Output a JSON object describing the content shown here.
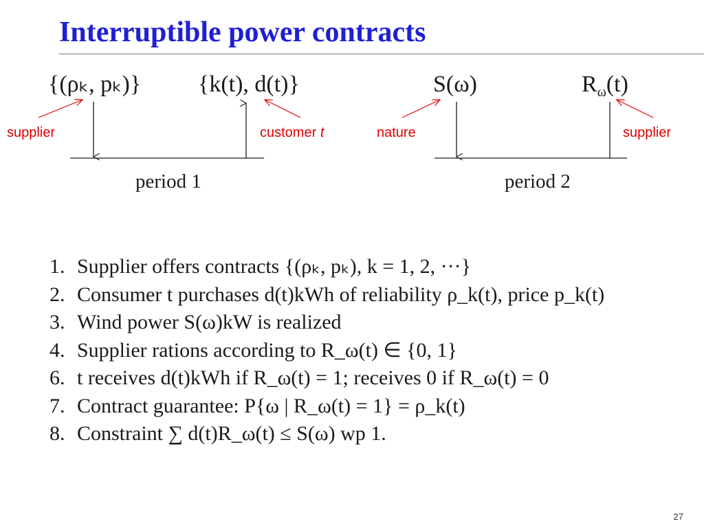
{
  "title": "Interruptible power contracts",
  "diagram": {
    "period1": {
      "formula_left": "{(ρₖ, pₖ)}",
      "formula_right": "{k(t), d(t)}",
      "label_left": "supplier",
      "label_right_prefix": "customer ",
      "label_right_var": "t",
      "period_label": "period 1"
    },
    "period2": {
      "formula_left": "S(ω)",
      "formula_right": "R_ω(t)",
      "label_left": "nature",
      "label_right": "supplier",
      "period_label": "period 2"
    }
  },
  "steps": [
    {
      "num": "1.",
      "text": "Supplier offers contracts {(ρₖ, pₖ),  k = 1, 2, ···}"
    },
    {
      "num": "2.",
      "text": "Consumer t purchases d(t)kWh of reliability ρ_k(t), price p_k(t)"
    },
    {
      "num": "3.",
      "text": "Wind power S(ω)kW is realized"
    },
    {
      "num": "4.",
      "text": "Supplier rations according to R_ω(t) ∈ {0, 1}"
    },
    {
      "num": "6.",
      "text": "t receives d(t)kWh if R_ω(t) = 1; receives 0 if R_ω(t) = 0"
    },
    {
      "num": "7.",
      "text": "Contract guarantee:  P{ω | R_ω(t) = 1} = ρ_k(t)"
    },
    {
      "num": "8.",
      "text": "Constraint ∑ d(t)R_ω(t) ≤ S(ω) wp 1."
    }
  ],
  "page_number": "27",
  "colors": {
    "title": "#1f1fd6",
    "label": "#e00000",
    "text": "#1a1a1a"
  }
}
